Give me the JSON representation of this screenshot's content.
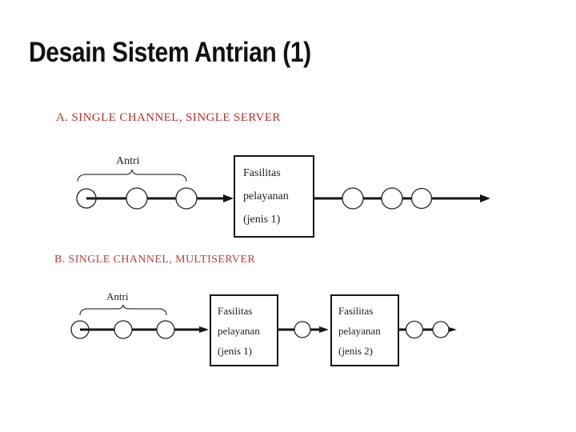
{
  "slide": {
    "title": "Desain Sistem Antrian (1)"
  },
  "colors": {
    "heading_red": "#b5302a",
    "diagram_ink": "#151515",
    "background": "#ffffff"
  },
  "section_a": {
    "heading": "A. SINGLE CHANNEL, SINGLE SERVER",
    "queue_label": "Antri",
    "queue_customer_count": 3,
    "served_customer_count": 3,
    "facility": {
      "line1": "Fasilitas",
      "line2": "pelayanan",
      "line3": "(jenis 1)"
    }
  },
  "section_b": {
    "heading": "B. SINGLE CHANNEL, MULTISERVER",
    "queue_label": "Antri",
    "queue_customer_count": 3,
    "between_facility_customer_count": 1,
    "served_customer_count": 2,
    "facility1": {
      "line1": "Fasilitas",
      "line2": "pelayanan",
      "line3": "(jenis 1)"
    },
    "facility2": {
      "line1": "Fasilitas",
      "line2": "pelayanan",
      "line3": "(jenis 2)"
    }
  }
}
